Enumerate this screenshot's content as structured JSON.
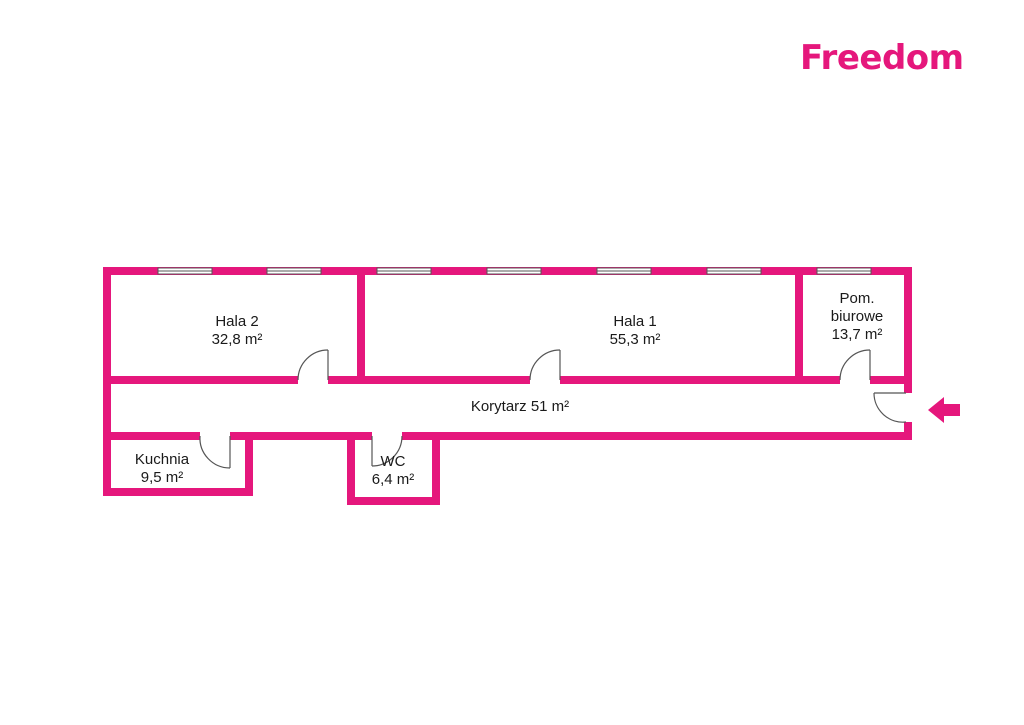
{
  "brand": {
    "name": "Freedom",
    "color": "#e5177c"
  },
  "colors": {
    "wall": "#e5177c",
    "window": "#555555",
    "door": "#555555",
    "text": "#1a1a1a"
  },
  "rooms": {
    "hala2": {
      "name": "Hala 2",
      "area": "32,8 m²"
    },
    "hala1": {
      "name": "Hala 1",
      "area": "55,3 m²"
    },
    "pom": {
      "name_line1": "Pom.",
      "name_line2": "biurowe",
      "area": "13,7 m²"
    },
    "korytarz": {
      "label": "Korytarz 51 m²"
    },
    "kuchnia": {
      "name": "Kuchnia",
      "area": "9,5 m²"
    },
    "wc": {
      "name": "WC",
      "area": "6,4 m²"
    }
  },
  "icons": {
    "entrance": "entrance-arrow-icon"
  }
}
